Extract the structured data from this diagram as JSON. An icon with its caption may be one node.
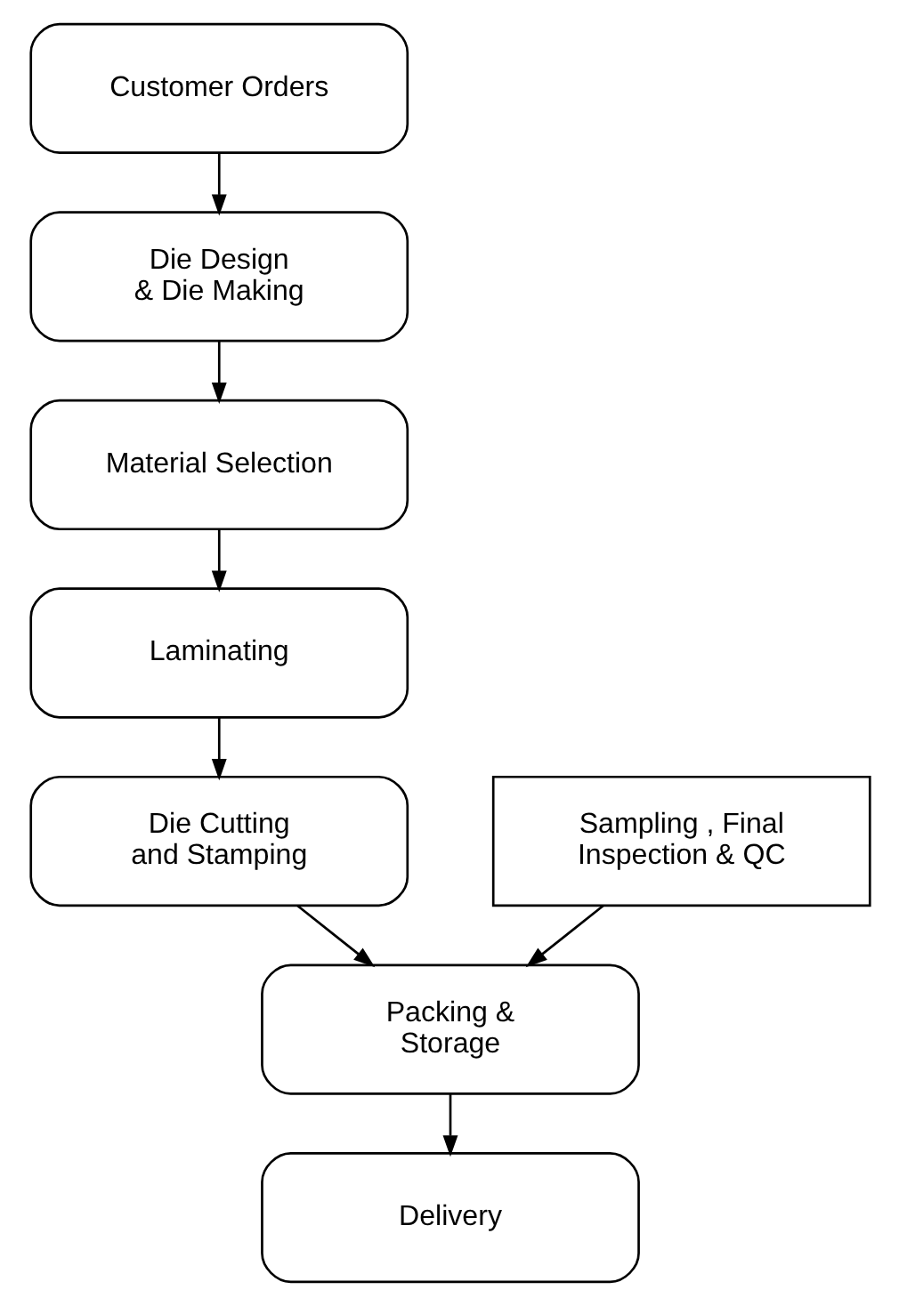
{
  "diagram": {
    "nodes": [
      {
        "text": [
          "Customer Orders"
        ]
      },
      {
        "text": [
          "Die Design & Die Making"
        ]
      },
      {
        "text": [
          "Material Selection"
        ]
      },
      {
        "text": [
          "Laminating"
        ]
      },
      {
        "text": [
          "Die Cutting and Stamping"
        ]
      },
      {
        "text": [
          "Sampling , Final Inspection & QC"
        ]
      },
      {
        "text": [
          "Packing & Storage"
        ]
      },
      {
        "text": [
          "Delivery"
        ]
      }
    ],
    "edges": [
      {
        "from": 0,
        "to": 1,
        "arrow": "to"
      },
      {
        "from": 1,
        "to": 2,
        "arrow": "to"
      },
      {
        "from": 2,
        "to": 3,
        "arrow": "to"
      },
      {
        "from": 3,
        "to": 4,
        "arrow": "to"
      },
      {
        "from": 4,
        "to": 6,
        "arrow": "to"
      },
      {
        "from": 5,
        "to": 6,
        "arrow": "to"
      },
      {
        "from": 6,
        "to": 7,
        "arrow": "to"
      }
    ]
  }
}
